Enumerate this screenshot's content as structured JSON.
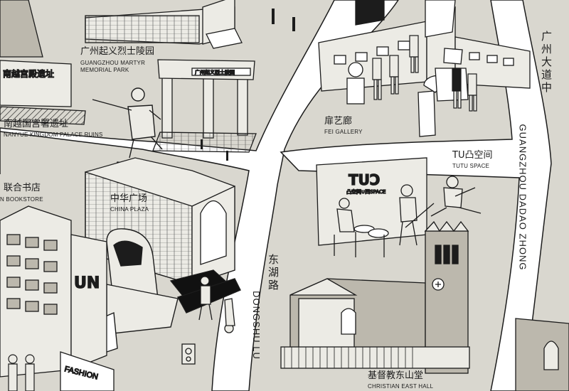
{
  "map": {
    "landmarks": [
      {
        "id": "martyr-park",
        "name_zh": "广州起义烈士陵园",
        "name_en_line1": "GUANGZHOU MARTYR",
        "name_en_line2": "MEMORIAL PARK"
      },
      {
        "id": "nanyue-palace",
        "name_zh": "南越国宫署遗址",
        "name_en": "NANYUE KINGDOM PALACE RUINS"
      },
      {
        "id": "fei-gallery",
        "name_zh": "扉艺廊",
        "name_en": "FEI GALLERY"
      },
      {
        "id": "tutu-space",
        "name_zh": "TU凸空间",
        "name_en": "TUTU SPACE"
      },
      {
        "id": "union-bookstore",
        "name_zh": "联合书店",
        "name_en": "N BOOKSTORE"
      },
      {
        "id": "china-plaza",
        "name_zh": "中华广场",
        "name_en": "CHINA PLAZA"
      },
      {
        "id": "east-hall",
        "name_zh": "基督教东山堂",
        "name_en": "CHRISTIAN EAST HALL"
      }
    ],
    "roads": {
      "dongshu_zh": [
        "东",
        "湖",
        "路"
      ],
      "dongshu_en": "DONGSHU LU",
      "dadao_zh": [
        "广",
        "州",
        "大",
        "道",
        "中"
      ],
      "dadao_en": "GUANGZHOU DADAO ZHONG"
    },
    "signs": {
      "palace_sign": "南越宫殿遗址",
      "gate_sign": "广州起义烈士陵园",
      "tutu_logo": "TUƆ",
      "tutu_logo_sub": "凸空间∪凹SPACE",
      "fashion_sign": "FASHION",
      "un_logo": "UN"
    },
    "colors": {
      "ground": "#d9d7cf",
      "road": "#ffffff",
      "ink": "#1c1c1c",
      "shadow": "#111111"
    }
  }
}
